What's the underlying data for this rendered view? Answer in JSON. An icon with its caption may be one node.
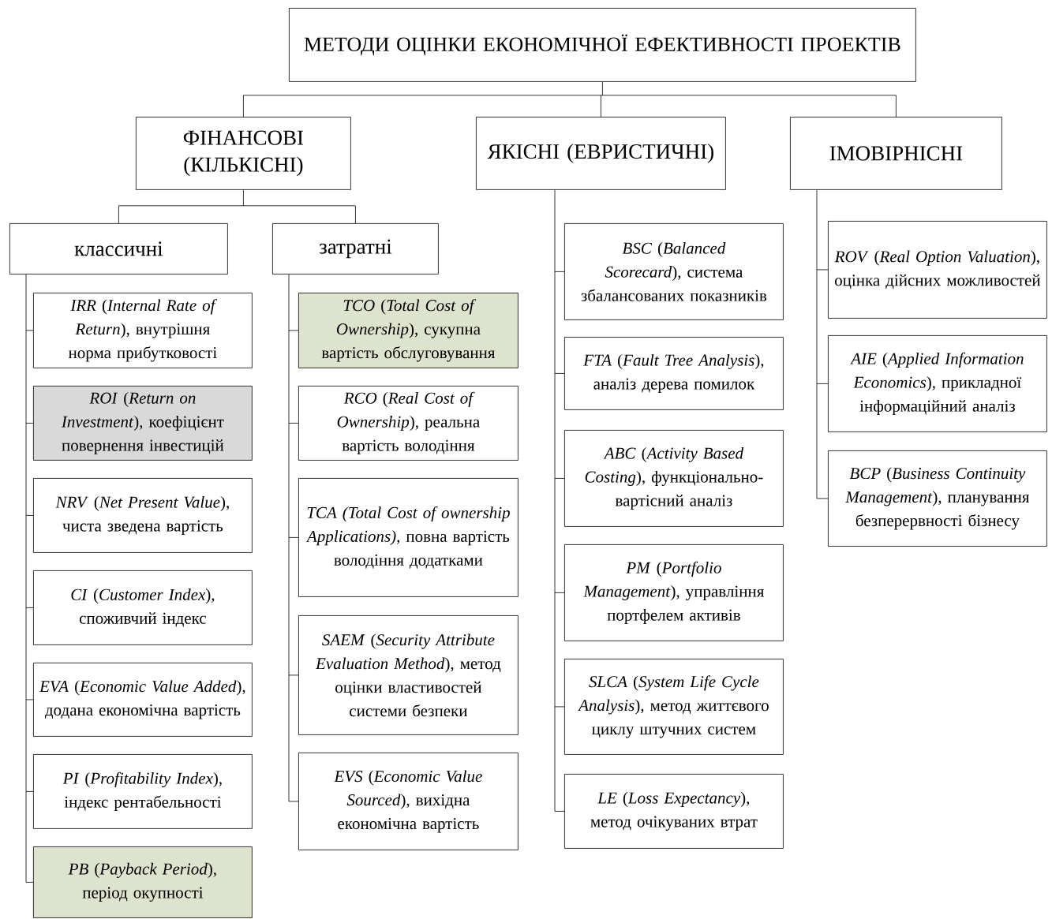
{
  "diagram": {
    "nodes": [
      {
        "text": [
          "МЕТОДИ ОЦІНКИ ЕКОНОМІЧНОЇ ЕФЕКТИВНОСТІ ПРОЕКТІВ"
        ]
      },
      {
        "text": [
          "ФІНАНСОВІ (КІЛЬКІСНІ)"
        ]
      },
      {
        "text": [
          "ЯКІСНІ (ЕВРИСТИЧНІ)"
        ]
      },
      {
        "text": [
          "ІМОВІРНІСНІ"
        ]
      },
      {
        "text": [
          "классичні"
        ]
      },
      {
        "text": [
          "затратні"
        ]
      },
      {
        "text": [
          "*IRR* (*Internal Rate of Return*), внутрішня норма прибутковості"
        ]
      },
      {
        "text": [
          "*ROI* (*Return on Investment*), коефіцієнт повернення інвестицій"
        ]
      },
      {
        "text": [
          "*NRV* (*Net Present Value*), чиста зведена вартість"
        ]
      },
      {
        "text": [
          "*CI* (*Customer Index*), споживчий індекс"
        ]
      },
      {
        "text": [
          "*EVA* (*Economic Value Added*), додана економічна вартість"
        ]
      },
      {
        "text": [
          "*PI* (*Profitability Index*), індекс рентабельності"
        ]
      },
      {
        "text": [
          "*PB* (*Payback Period*), період окупності"
        ]
      },
      {
        "text": [
          "*TCO* (*Total Cost of Ownership*), сукупна вартість обслуговування"
        ]
      },
      {
        "text": [
          "*RCO* (*Real Cost of Ownership*), реальна вартість володіння"
        ]
      },
      {
        "text": [
          "*TCA (Total Cost of ownership Applications),* повна вартість володіння додатками"
        ]
      },
      {
        "text": [
          "*SAEM* (*Security Attribute Evaluation Method*), метод оцінки властивостей системи безпеки"
        ]
      },
      {
        "text": [
          "*EVS* (*Economic Value Sourced*), вихідна економічна вартість"
        ]
      },
      {
        "text": [
          "*BSC* (*Balanced Scorecard*), система збалансованих показників"
        ]
      },
      {
        "text": [
          "*FTA* (*Fault Tree Analysis*), аналіз дерева помилок"
        ]
      },
      {
        "text": [
          "*ABC* (*Activity Based Costing*), функціонально-вартісний аналіз"
        ]
      },
      {
        "text": [
          "*PM* (*Portfolio Management*), управління портфелем активів"
        ]
      },
      {
        "text": [
          "*SLCA* (*System Life Cycle Analysis*), метод життєвого циклу штучних систем"
        ]
      },
      {
        "text": [
          "*LE* (*Loss Expectancy*), метод очікуваних втрат"
        ]
      },
      {
        "text": [
          "*ROV* (*Real Option Valuation*), оцінка дійсних можливостей"
        ]
      },
      {
        "text": [
          "*AIE* (*Applied Information Economics*), прикладної інформаційний аналіз"
        ]
      },
      {
        "text": [
          "*BCP* (*Business Continuity Management*), планування безперервності бізнесу"
        ]
      }
    ],
    "edges": [
      {
        "from": 0,
        "to": 1,
        "arrow": "none"
      },
      {
        "from": 0,
        "to": 2,
        "arrow": "none"
      },
      {
        "from": 0,
        "to": 3,
        "arrow": "none"
      },
      {
        "from": 1,
        "to": 4,
        "arrow": "none"
      },
      {
        "from": 1,
        "to": 5,
        "arrow": "none"
      },
      {
        "from": 4,
        "to": 6,
        "arrow": "none"
      },
      {
        "from": 4,
        "to": 7,
        "arrow": "none"
      },
      {
        "from": 4,
        "to": 8,
        "arrow": "none"
      },
      {
        "from": 4,
        "to": 9,
        "arrow": "none"
      },
      {
        "from": 4,
        "to": 10,
        "arrow": "none"
      },
      {
        "from": 4,
        "to": 11,
        "arrow": "none"
      },
      {
        "from": 4,
        "to": 12,
        "arrow": "none"
      },
      {
        "from": 5,
        "to": 13,
        "arrow": "none"
      },
      {
        "from": 5,
        "to": 14,
        "arrow": "none"
      },
      {
        "from": 5,
        "to": 15,
        "arrow": "none"
      },
      {
        "from": 5,
        "to": 16,
        "arrow": "none"
      },
      {
        "from": 5,
        "to": 17,
        "arrow": "none"
      },
      {
        "from": 2,
        "to": 18,
        "arrow": "none"
      },
      {
        "from": 2,
        "to": 19,
        "arrow": "none"
      },
      {
        "from": 2,
        "to": 20,
        "arrow": "none"
      },
      {
        "from": 2,
        "to": 21,
        "arrow": "none"
      },
      {
        "from": 2,
        "to": 22,
        "arrow": "none"
      },
      {
        "from": 2,
        "to": 23,
        "arrow": "none"
      },
      {
        "from": 3,
        "to": 24,
        "arrow": "none"
      },
      {
        "from": 3,
        "to": 25,
        "arrow": "none"
      },
      {
        "from": 3,
        "to": 26,
        "arrow": "none"
      }
    ]
  }
}
